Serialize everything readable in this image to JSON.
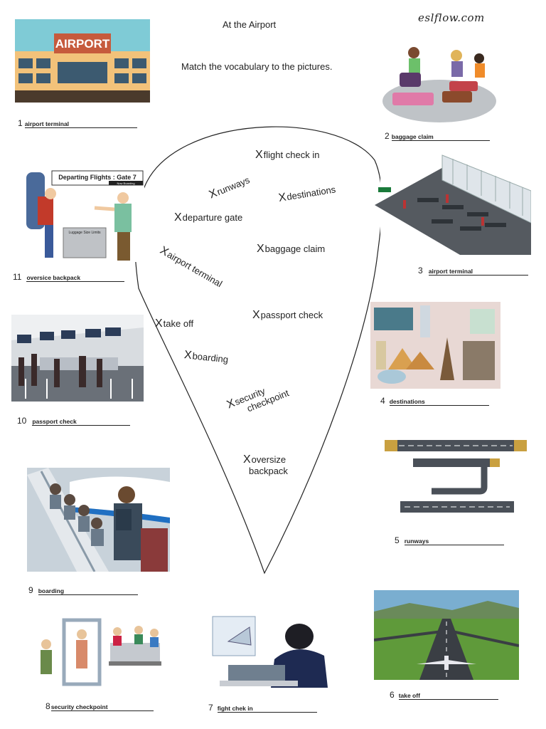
{
  "header": {
    "title": "At the Airport",
    "site": "eslflow.com",
    "instruction": "Match the vocabulary to the pictures."
  },
  "pictures": [
    {
      "number": "1",
      "answer": "airport terminal",
      "sign": "AIRPORT"
    },
    {
      "number": "2",
      "answer": "baggage claim"
    },
    {
      "number": "3",
      "answer": "airport terminal"
    },
    {
      "number": "4",
      "answer": "destinations"
    },
    {
      "number": "5",
      "answer": "runways"
    },
    {
      "number": "6",
      "answer": "take off"
    },
    {
      "number": "7",
      "answer": "fight chek in"
    },
    {
      "number": "8",
      "answer": "security checkpoint"
    },
    {
      "number": "9",
      "answer": "boarding"
    },
    {
      "number": "10",
      "answer": "passport check"
    },
    {
      "number": "11",
      "answer": "oversice backpack",
      "sign": "Departing Flights : Gate 7",
      "sign_small": "Now Boarding",
      "sign2": "Luggage Size Limits"
    }
  ],
  "marker": "X",
  "vocabulary": [
    "flight check in",
    "runways",
    "destinations",
    "departure gate",
    "baggage claim",
    "airport terminal",
    "passport check",
    "take off",
    "boarding",
    "security",
    "checkpoint",
    "oversize",
    "backpack"
  ],
  "colors": {
    "sky": "#5bb3c7",
    "grass": "#5f9a3a",
    "plane": "#1f6fc2"
  }
}
